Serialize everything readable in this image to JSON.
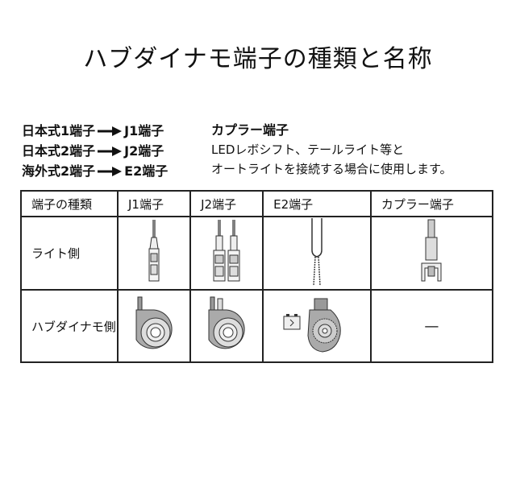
{
  "title": "ハブダイナモ端子の種類と名称",
  "mapping": [
    {
      "from": "日本式1端子",
      "to": "J1端子"
    },
    {
      "from": "日本式2端子",
      "to": "J2端子"
    },
    {
      "from": "海外式2端子",
      "to": "E2端子"
    }
  ],
  "coupler_note": {
    "heading": "カプラー端子",
    "line1": "LEDレボシフト、テールライト等と",
    "line2": "オートライトを接続する場合に使用します。"
  },
  "table": {
    "headers": [
      "端子の種類",
      "J1端子",
      "J2端子",
      "E2端子",
      "カプラー端子"
    ],
    "rows": [
      {
        "label": "ライト側",
        "cells": [
          "j1-light-connector-image",
          "j2-light-connector-image",
          "e2-light-wire-image",
          "coupler-light-connector-image"
        ]
      },
      {
        "label": "ハブダイナモ側",
        "cells": [
          "j1-hub-terminal-image",
          "j2-hub-terminal-image",
          "e2-hub-terminal-image",
          "—"
        ]
      }
    ]
  }
}
